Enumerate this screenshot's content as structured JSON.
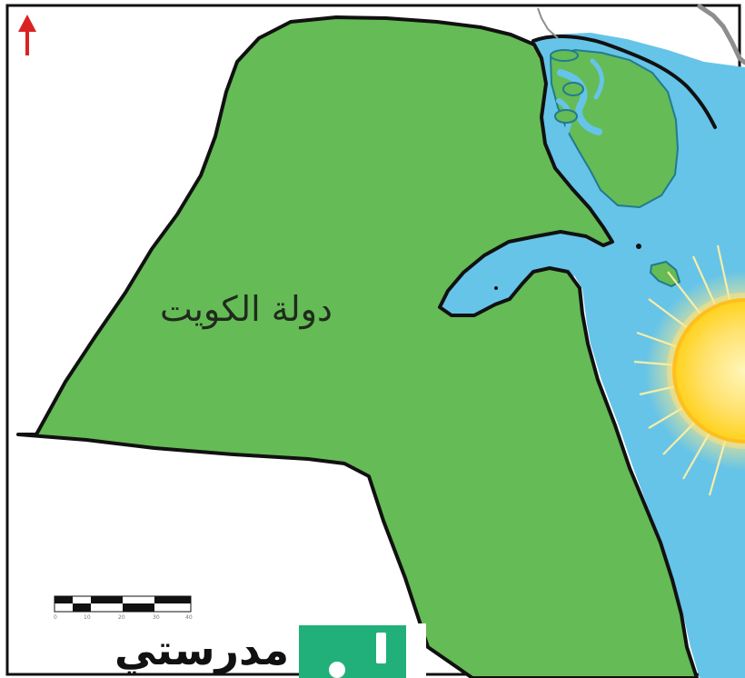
{
  "map": {
    "country_label": "دولة الكويت",
    "colors": {
      "land": "#65bb55",
      "sea": "#66c4e8",
      "border": "#111111",
      "north_arrow": "#d92323",
      "sun_core": "#ffd21a",
      "sun_glow": "#ffef9a",
      "logo_badge": "#22b07a"
    },
    "icons": {
      "north_arrow": "north-arrow-icon",
      "sun": "sun-icon",
      "scale_bar": "scale-bar",
      "logo_badge": "madrasati-logo-icon"
    },
    "scale_ticks": [
      "0",
      "10",
      "20",
      "30",
      "40"
    ]
  },
  "branding": {
    "logo_text": "مدرستي"
  }
}
